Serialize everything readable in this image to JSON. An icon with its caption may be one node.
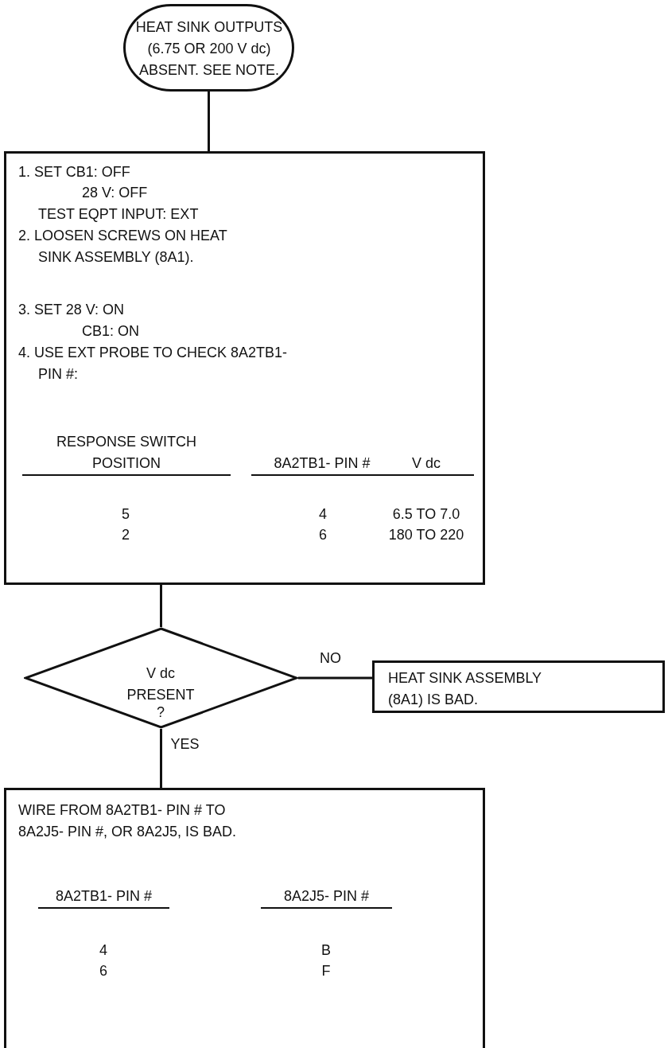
{
  "diagram": {
    "nodes": [
      {
        "text": [
          "HEAT SINK OUTPUTS (6.75 OR 200 V dc) ABSENT. SEE NOTE."
        ]
      },
      {
        "text": [
          "1. SET CB1: OFF",
          "28 V: OFF",
          "TEST EQPT INPUT: EXT",
          "2. LOOSEN SCREWS ON HEAT SINK ASSEMBLY (8A1).",
          "3. SET 28 V: ON",
          "CB1: ON",
          "4. USE EXT PROBE TO CHECK 8A2TB1- PIN #:",
          "RESPONSE SWITCH POSITION",
          "8A2TB1- PIN #",
          "V dc",
          "5",
          "4",
          "6.5 TO 7.0",
          "2",
          "6",
          "180 TO 220"
        ]
      },
      {
        "text": [
          "V dc PRESENT",
          "?"
        ]
      },
      {
        "text": [
          "HEAT SINK ASSEMBLY (8A1) IS BAD."
        ]
      },
      {
        "text": [
          "WIRE FROM 8A2TB1- PIN # TO 8A2J5- PIN #, OR 8A2J5, IS BAD.",
          "8A2TB1- PIN #",
          "8A2J5- PIN #",
          "4",
          "B",
          "6",
          "F"
        ]
      }
    ],
    "edges": [
      {
        "from": 0,
        "to": 1,
        "arrow": "none"
      },
      {
        "from": 1,
        "to": 2,
        "arrow": "none"
      },
      {
        "from": 2,
        "to": 3,
        "arrow": "none",
        "label": "NO"
      },
      {
        "from": 2,
        "to": 4,
        "arrow": "none",
        "label": "YES"
      }
    ]
  }
}
